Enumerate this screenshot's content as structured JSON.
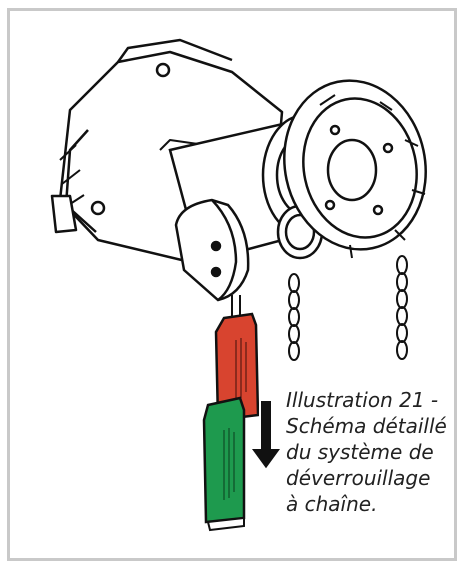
{
  "figure": {
    "caption_lines": [
      "Illustration 21 -",
      "Schéma détaillé",
      "du système de",
      "déverrouillage",
      "à chaîne."
    ],
    "colors": {
      "frame": "#c9c9c9",
      "red_handle": "#d8442f",
      "green_handle": "#1e9a4e",
      "outline": "#111111",
      "arrow": "#111111"
    },
    "icons": [
      "motor-drawing",
      "chain",
      "red-release-handle",
      "green-release-handle",
      "down-arrow-icon"
    ]
  }
}
